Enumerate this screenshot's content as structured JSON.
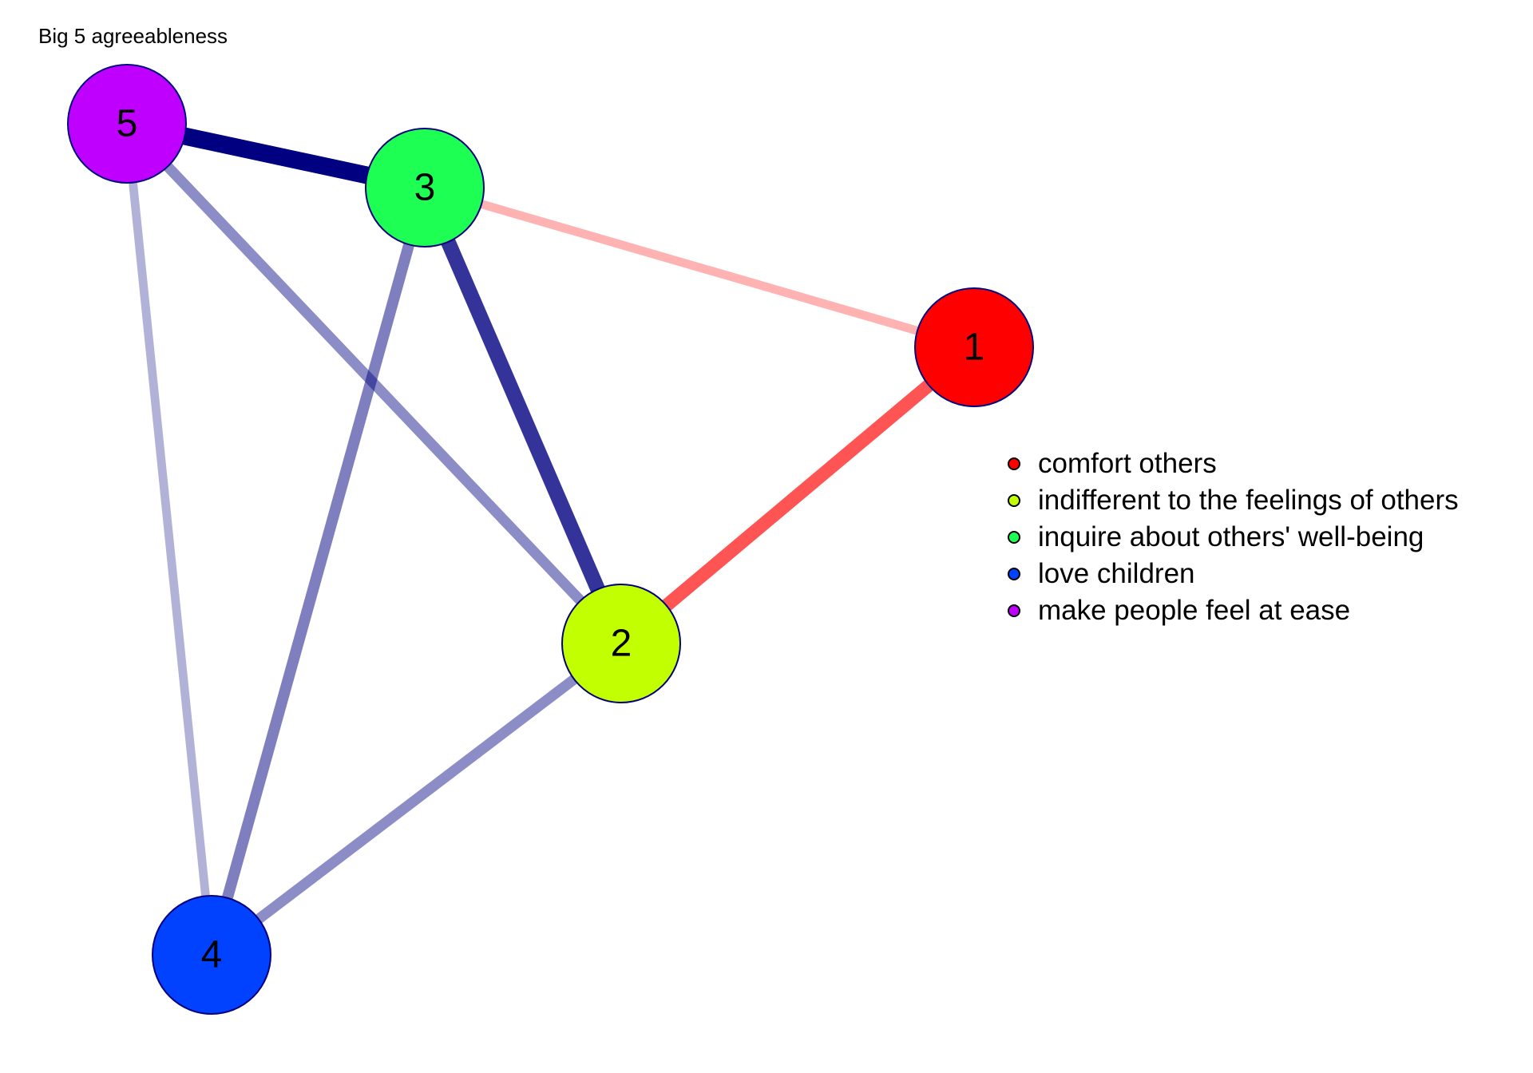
{
  "title": "Big 5 agreeableness",
  "colors": {
    "node_border": "#000080",
    "positive_edge": "#000080",
    "negative_edge": "#ff0000"
  },
  "nodes": [
    {
      "id": "1",
      "label": "1",
      "name": "comfort others",
      "color": "#ff0000"
    },
    {
      "id": "2",
      "label": "2",
      "name": "indifferent to the feelings of others",
      "color": "#c2ff00"
    },
    {
      "id": "3",
      "label": "3",
      "name": "inquire about others' well-being",
      "color": "#1eff54"
    },
    {
      "id": "4",
      "label": "4",
      "name": "love children",
      "color": "#0042ff"
    },
    {
      "id": "5",
      "label": "5",
      "name": "make people feel at ease",
      "color": "#c000ff"
    }
  ],
  "edges": [
    {
      "from": "5",
      "to": "4",
      "sign": "positive",
      "strength": 0.3
    },
    {
      "from": "5",
      "to": "2",
      "sign": "positive",
      "strength": 0.45
    },
    {
      "from": "3",
      "to": "4",
      "sign": "positive",
      "strength": 0.5
    },
    {
      "from": "2",
      "to": "4",
      "sign": "positive",
      "strength": 0.45
    },
    {
      "from": "3",
      "to": "1",
      "sign": "negative",
      "strength": 0.3
    },
    {
      "from": "2",
      "to": "1",
      "sign": "negative",
      "strength": 0.67
    },
    {
      "from": "3",
      "to": "2",
      "sign": "positive",
      "strength": 0.8
    },
    {
      "from": "5",
      "to": "3",
      "sign": "positive",
      "strength": 1.0
    }
  ],
  "legend": {
    "items": [
      {
        "label": "comfort others",
        "color": "#ff0000"
      },
      {
        "label": "indifferent to the feelings of others",
        "color": "#c2ff00"
      },
      {
        "label": "inquire about others' well-being",
        "color": "#1eff54"
      },
      {
        "label": "love children",
        "color": "#0042ff"
      },
      {
        "label": "make people feel at ease",
        "color": "#c000ff"
      }
    ]
  }
}
